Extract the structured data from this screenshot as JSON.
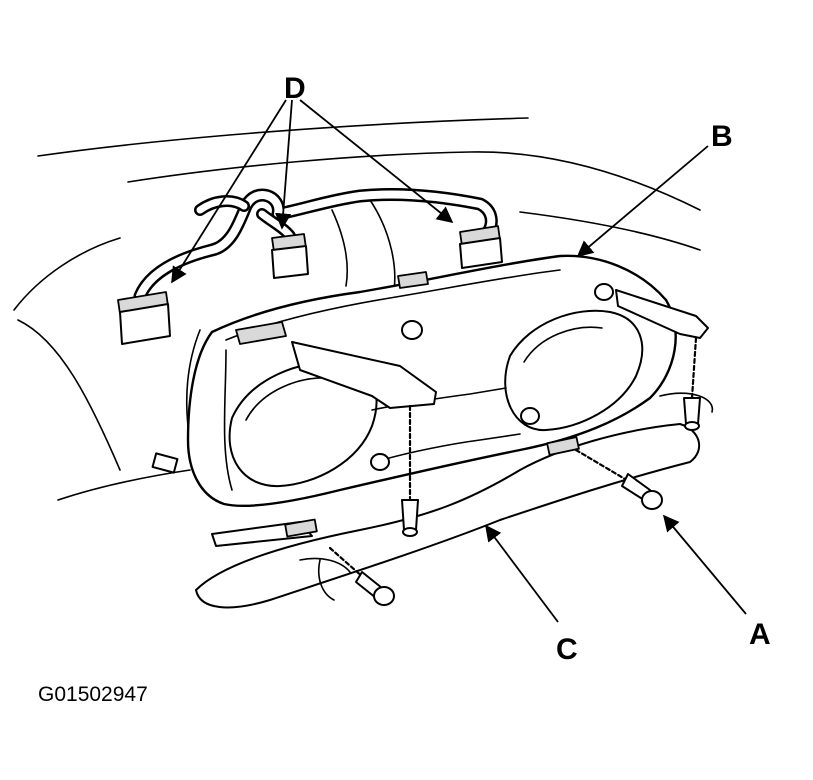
{
  "figure_id": "G01502947",
  "callouts": {
    "a": "A",
    "b": "B",
    "c": "C",
    "d": "D"
  }
}
